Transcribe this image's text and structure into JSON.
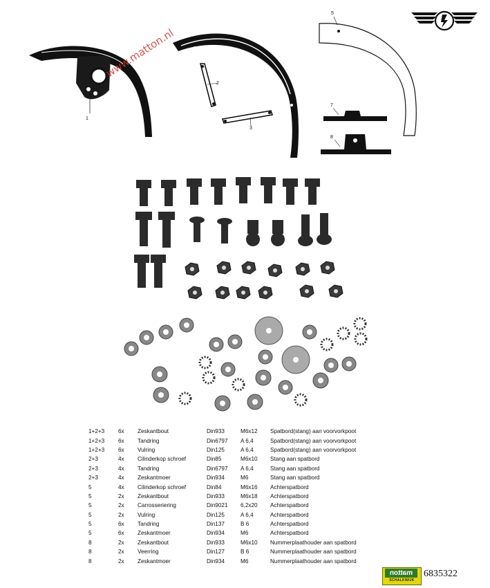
{
  "watermark": "www.matton.nl",
  "callouts": [
    "1",
    "2",
    "3",
    "5",
    "7",
    "8"
  ],
  "table": {
    "rows": [
      [
        "1+2+3",
        "6x",
        "Zeskantbout",
        "Din933",
        "M6x12",
        "Spatbord(stang) aan voorvorkpoot"
      ],
      [
        "1+2+3",
        "6x",
        "Tandring",
        "Din6797",
        "A 6,4",
        "Spatbord(stang) aan voorvorkpoot"
      ],
      [
        "1+2+3",
        "6x",
        "Vulring",
        "Din125",
        "A 6,4",
        "Spatbord(stang) aan voorvorkpoot"
      ],
      [
        "2+3",
        "4x",
        "Cilinderkop schroef",
        "Din85",
        "M6x10",
        "Stang aan spatbord"
      ],
      [
        "2+3",
        "4x",
        "Tandring",
        "Din6797",
        "A 6,4",
        "Stang aan spatbord"
      ],
      [
        "2+3",
        "4x",
        "Zeskantmoer",
        "Din934",
        "M6",
        "Stang aan spatbord"
      ],
      [
        "5",
        "4x",
        "Cilinderkop schroef",
        "Din84",
        "M6x16",
        "Achterspatbord"
      ],
      [
        "5",
        "2x",
        "Zeskantbout",
        "Din933",
        "M6x18",
        "Achterspatbord"
      ],
      [
        "5",
        "2x",
        "Carrosseriering",
        "Din9021",
        "6,2x20",
        "Achterspatbord"
      ],
      [
        "5",
        "2x",
        "Vulring",
        "Din125",
        "A 6,4",
        "Achterspatbord"
      ],
      [
        "5",
        "6x",
        "Tandring",
        "Din137",
        "B 6",
        "Achterspatbord"
      ],
      [
        "5",
        "6x",
        "Zeskantmoer",
        "Din934",
        "M6",
        "Achterspatbord"
      ],
      [
        "8",
        "2x",
        "Zeskantbout",
        "Din933",
        "M6x10",
        "Nummerplaathouder aan spatbord"
      ],
      [
        "8",
        "2x",
        "Veerring",
        "Din127",
        "B 6",
        "Nummerplaathouder aan spatbord"
      ],
      [
        "8",
        "2x",
        "Zeskantmoer",
        "Din934",
        "M6",
        "Nummerplaathouder aan spatbord"
      ]
    ]
  },
  "brand": {
    "name": "matton",
    "sub": "SCHALKWIJK"
  },
  "part_number": "6835322",
  "logo_icon": "zundapp-wing-logo-icon"
}
